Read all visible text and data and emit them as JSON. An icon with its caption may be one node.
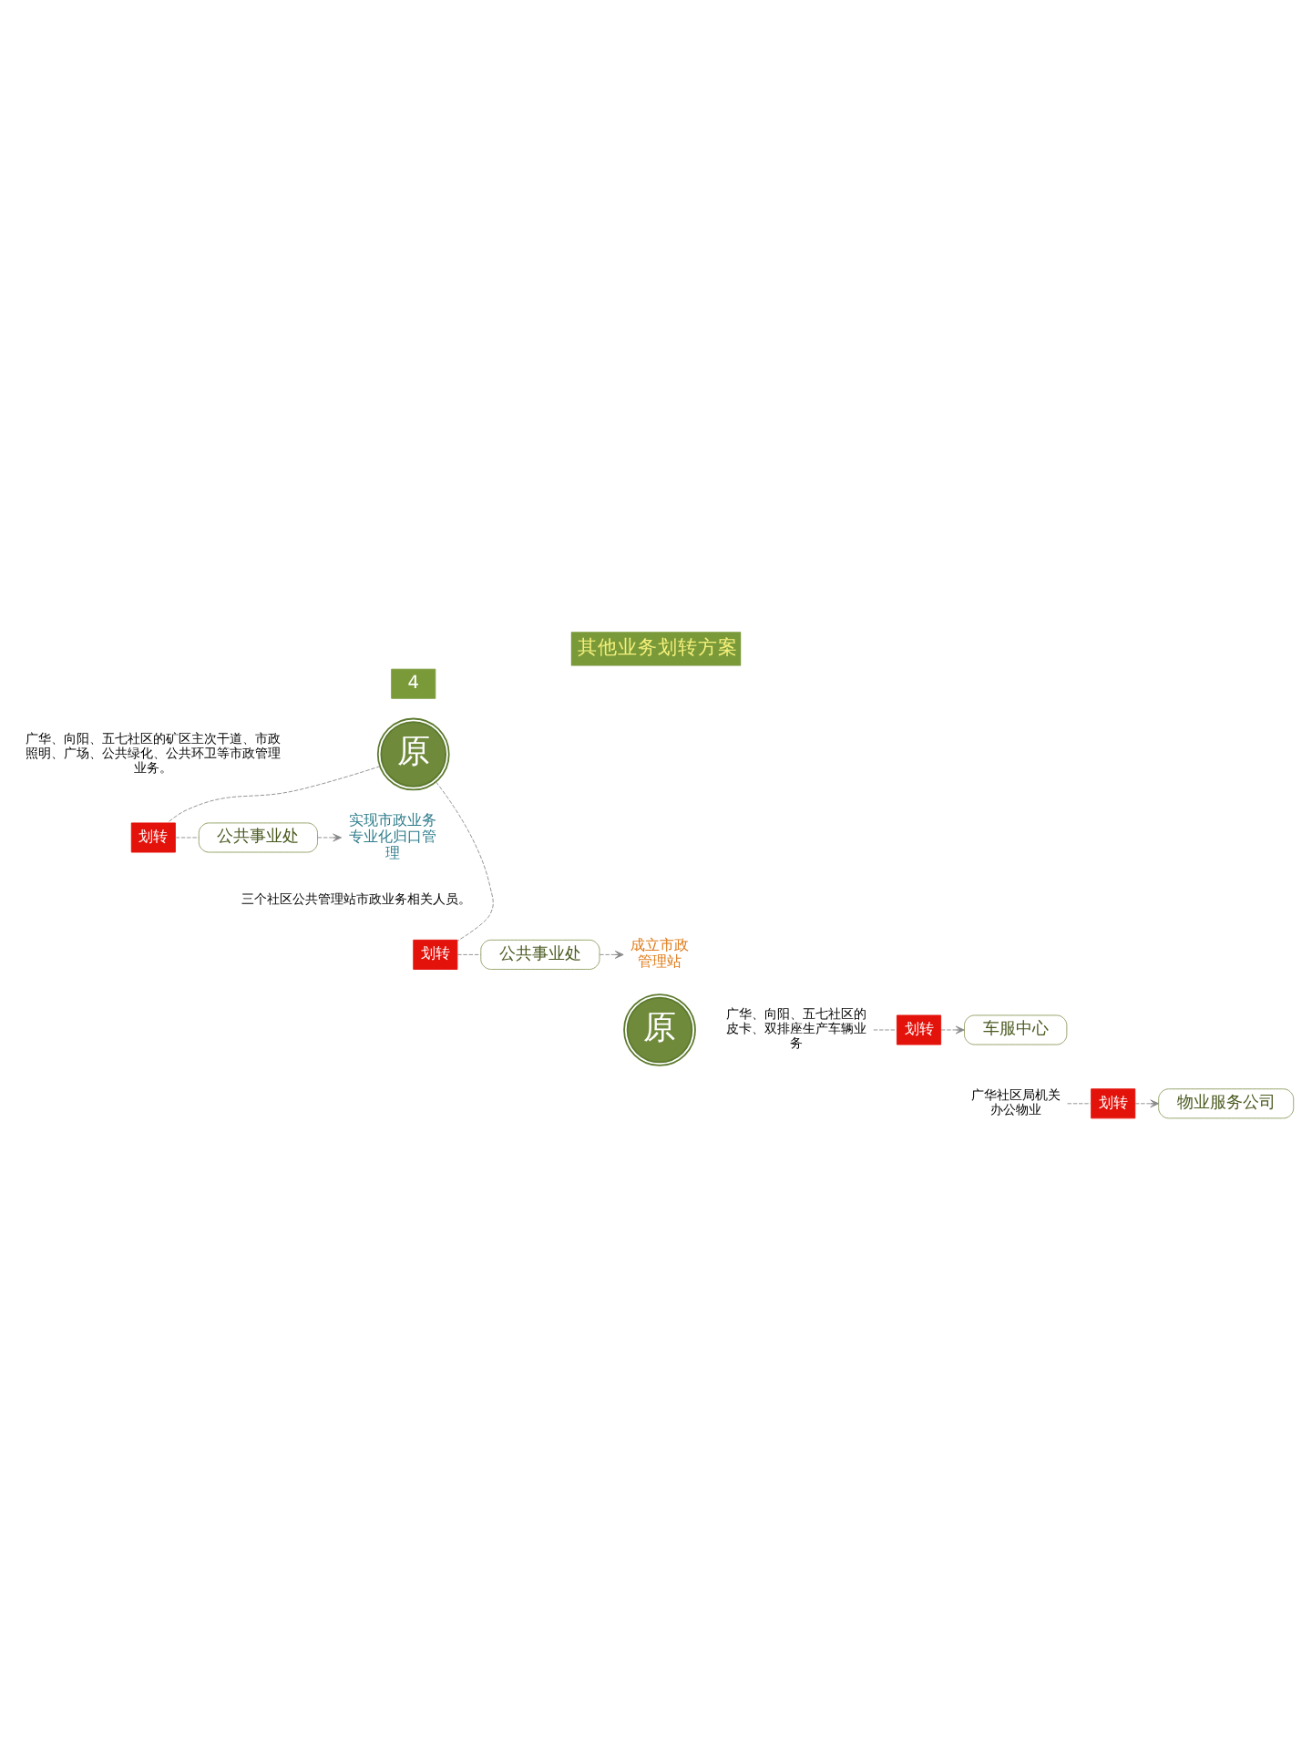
{
  "diagram": {
    "title": "其他业务划转方案",
    "nodes": [
      {
        "text": [
          "原"
        ]
      },
      {
        "text": [
          "广华、向阳、五七社区的矿区主次干道、市政照明、广场、公共绿化、公共环卫等市政管理业务。"
        ]
      },
      {
        "text": [
          "划转"
        ]
      },
      {
        "text": [
          "公共事业处"
        ]
      },
      {
        "text": [
          "实现市政业务专业化归口管理"
        ]
      },
      {
        "text": [
          "三个社区公共管理站市政业务相关人员。"
        ]
      },
      {
        "text": [
          "划转"
        ]
      },
      {
        "text": [
          "公共事业处"
        ]
      },
      {
        "text": [
          "成立市政管理站"
        ]
      },
      {
        "text": [
          "原"
        ]
      },
      {
        "text": [
          "广华、向阳、五七社区的皮卡、双排座生产车辆业务"
        ]
      },
      {
        "text": [
          "划转"
        ]
      },
      {
        "text": [
          "车服中心"
        ]
      },
      {
        "text": [
          "广华社区局机关办公物业"
        ]
      },
      {
        "text": [
          "划转"
        ]
      },
      {
        "text": [
          "物业服务公司"
        ]
      }
    ],
    "edges": [
      {
        "from": 0,
        "to": 2,
        "arrow": "none",
        "style": "dashed"
      },
      {
        "from": 2,
        "to": 3,
        "arrow": "none",
        "style": "dashed"
      },
      {
        "from": 3,
        "to": 4,
        "arrow": "to",
        "style": "dashed"
      },
      {
        "from": 0,
        "to": 6,
        "arrow": "none",
        "style": "dashed"
      },
      {
        "from": 6,
        "to": 7,
        "arrow": "none",
        "style": "dashed"
      },
      {
        "from": 7,
        "to": 8,
        "arrow": "to",
        "style": "dashed"
      },
      {
        "from": 10,
        "to": 11,
        "arrow": "none",
        "style": "dashed"
      },
      {
        "from": 11,
        "to": 12,
        "arrow": "to",
        "style": "dashed"
      },
      {
        "from": 13,
        "to": 14,
        "arrow": "none",
        "style": "dashed"
      },
      {
        "from": 14,
        "to": 15,
        "arrow": "to",
        "style": "dashed"
      }
    ],
    "labels": [
      "4"
    ]
  }
}
